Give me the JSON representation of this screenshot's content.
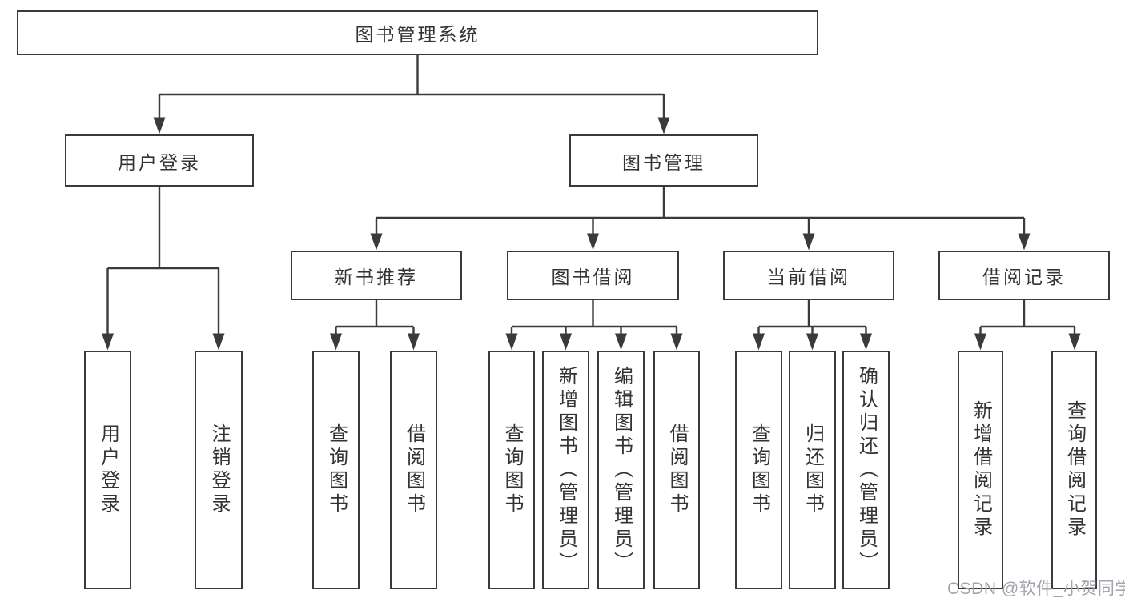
{
  "colors": {
    "background": "#ffffff",
    "line": "#3a3a3a",
    "box_border": "#3a3a3a",
    "text": "#333333",
    "watermark_text": "#a3a3ab"
  },
  "nodes": {
    "root": {
      "label": "图书管理系统"
    },
    "user_login_branch": {
      "label": "用户登录"
    },
    "book_mgmt_branch": {
      "label": "图书管理"
    },
    "new_book_recommend": {
      "label": "新书推荐"
    },
    "book_borrow": {
      "label": "图书借阅"
    },
    "current_borrow": {
      "label": "当前借阅"
    },
    "borrow_records": {
      "label": "借阅记录"
    },
    "leaf_user_login": {
      "label": "用户登录"
    },
    "leaf_logout": {
      "label": "注销登录"
    },
    "leaf_rec_query_book": {
      "label": "查询图书"
    },
    "leaf_rec_borrow_book": {
      "label": "借阅图书"
    },
    "leaf_bor_query_book": {
      "label": "查询图书"
    },
    "leaf_bor_add_book": {
      "label": "新增图书（管理员）"
    },
    "leaf_bor_edit_book": {
      "label": "编辑图书（管理员）"
    },
    "leaf_bor_borrow_book": {
      "label": "借阅图书"
    },
    "leaf_cur_query_book": {
      "label": "查询图书"
    },
    "leaf_cur_return_book": {
      "label": "归还图书"
    },
    "leaf_cur_confirm_return": {
      "label": "确认归还（管理员）"
    },
    "leaf_add_borrow_record": {
      "label": "新增借阅记录"
    },
    "leaf_query_borrow_record": {
      "label": "查询借阅记录"
    }
  },
  "hierarchy": {
    "图书管理系统": [
      "用户登录",
      "图书管理"
    ],
    "用户登录": [
      "用户登录",
      "注销登录"
    ],
    "图书管理": [
      "新书推荐",
      "图书借阅",
      "当前借阅",
      "借阅记录"
    ],
    "新书推荐": [
      "查询图书",
      "借阅图书"
    ],
    "图书借阅": [
      "查询图书",
      "新增图书（管理员）",
      "编辑图书（管理员）",
      "借阅图书"
    ],
    "当前借阅": [
      "查询图书",
      "归还图书",
      "确认归还（管理员）"
    ],
    "借阅记录": [
      "新增借阅记录",
      "查询借阅记录"
    ]
  },
  "watermark": {
    "text": "CSDN @软件_小贺同学"
  }
}
